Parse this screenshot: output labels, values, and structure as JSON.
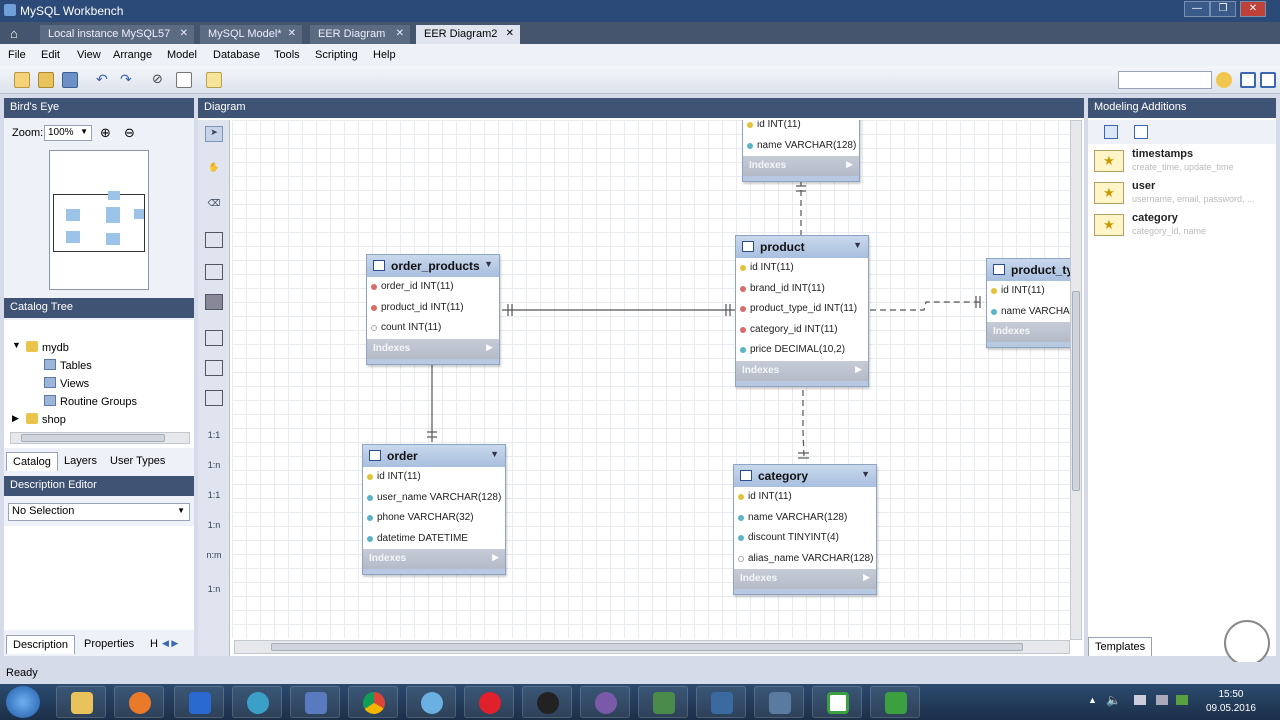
{
  "window": {
    "title": "MySQL Workbench",
    "controls": [
      "—",
      "❐",
      "✕"
    ]
  },
  "tabs": [
    {
      "label": "Local instance MySQL57",
      "close": "✕"
    },
    {
      "label": "MySQL Model*",
      "close": "✕"
    },
    {
      "label": "EER Diagram",
      "close": "✕"
    },
    {
      "label": "EER Diagram2",
      "close": "✕"
    }
  ],
  "menu": [
    "File",
    "Edit",
    "View",
    "Arrange",
    "Model",
    "Database",
    "Tools",
    "Scripting",
    "Help"
  ],
  "left": {
    "birdseye": "Bird's Eye",
    "zoom_label": "Zoom:",
    "zoom_value": "100%",
    "catalog_title": "Catalog Tree",
    "tree": {
      "db1": "mydb",
      "tables": "Tables",
      "views": "Views",
      "routines": "Routine Groups",
      "db2": "shop"
    },
    "catalog_tabs": [
      "Catalog",
      "Layers",
      "User Types"
    ],
    "desc_title": "Description Editor",
    "desc_select": "No Selection",
    "bottom_tabs": [
      "Description",
      "Properties",
      "H"
    ]
  },
  "diagram": {
    "title": "Diagram",
    "vtool_labels": [
      "1:1",
      "1:n",
      "1:1",
      "1:n",
      "n:m",
      "1:n"
    ],
    "indexes_label": "Indexes",
    "entities": {
      "top": {
        "cols": [
          {
            "t": "pk",
            "v": "id INT(11)"
          },
          {
            "t": "at",
            "v": "name VARCHAR(128)"
          }
        ]
      },
      "order_products": {
        "name": "order_products",
        "cols": [
          {
            "t": "fk",
            "v": "order_id INT(11)"
          },
          {
            "t": "fk",
            "v": "product_id INT(11)"
          },
          {
            "t": "nl",
            "v": "count INT(11)"
          }
        ]
      },
      "product": {
        "name": "product",
        "cols": [
          {
            "t": "pk",
            "v": "id INT(11)"
          },
          {
            "t": "fk",
            "v": "brand_id INT(11)"
          },
          {
            "t": "fk",
            "v": "product_type_id INT(11)"
          },
          {
            "t": "fk",
            "v": "category_id INT(11)"
          },
          {
            "t": "at",
            "v": "price DECIMAL(10,2)"
          }
        ]
      },
      "product_type": {
        "name": "product_ty",
        "cols": [
          {
            "t": "pk",
            "v": "id INT(11)"
          },
          {
            "t": "at",
            "v": "name VARCHAI"
          }
        ]
      },
      "order": {
        "name": "order",
        "cols": [
          {
            "t": "pk",
            "v": "id INT(11)"
          },
          {
            "t": "at",
            "v": "user_name VARCHAR(128)"
          },
          {
            "t": "at",
            "v": "phone VARCHAR(32)"
          },
          {
            "t": "at",
            "v": "datetime DATETIME"
          }
        ]
      },
      "category": {
        "name": "category",
        "cols": [
          {
            "t": "pk",
            "v": "id INT(11)"
          },
          {
            "t": "at",
            "v": "name VARCHAR(128)"
          },
          {
            "t": "at",
            "v": "discount TINYINT(4)"
          },
          {
            "t": "nl",
            "v": "alias_name VARCHAR(128)"
          }
        ]
      }
    }
  },
  "right": {
    "title": "Modeling Additions",
    "snippets": [
      {
        "name": "timestamps",
        "desc": "create_time, update_time"
      },
      {
        "name": "user",
        "desc": "username, email, password, ..."
      },
      {
        "name": "category",
        "desc": "category_id, name"
      }
    ],
    "bottom_tab": "Templates"
  },
  "status": "Ready",
  "clock": {
    "time": "15:50",
    "date": "09.05.2016"
  },
  "colors": {
    "header": "#3f5374",
    "entity_head": "#a8bfdf",
    "pk": "#e3c23a",
    "fk": "#d96b6b"
  }
}
